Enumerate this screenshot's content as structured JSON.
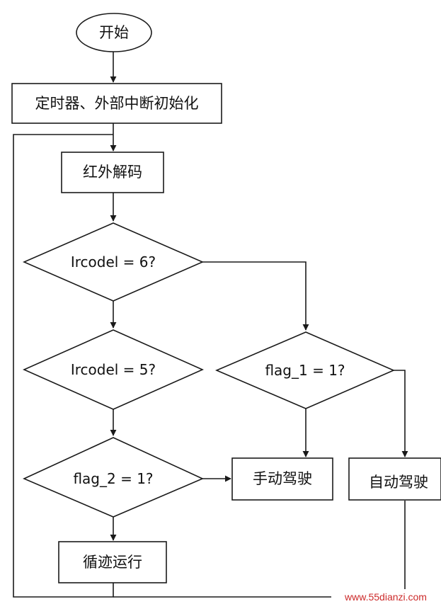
{
  "nodes": {
    "start": "开始",
    "init": "定时器、外部中断初始化",
    "decode": "红外解码",
    "check_code6": "Ircodel = 6?",
    "check_code5": "Ircodel = 5?",
    "check_flag1": "flag_1 = 1?",
    "check_flag2": "flag_2 = 1?",
    "manual": "手动驾驶",
    "auto": "自动驾驶",
    "tracking": "循迹运行"
  },
  "watermark": "www.55dianzi.com"
}
